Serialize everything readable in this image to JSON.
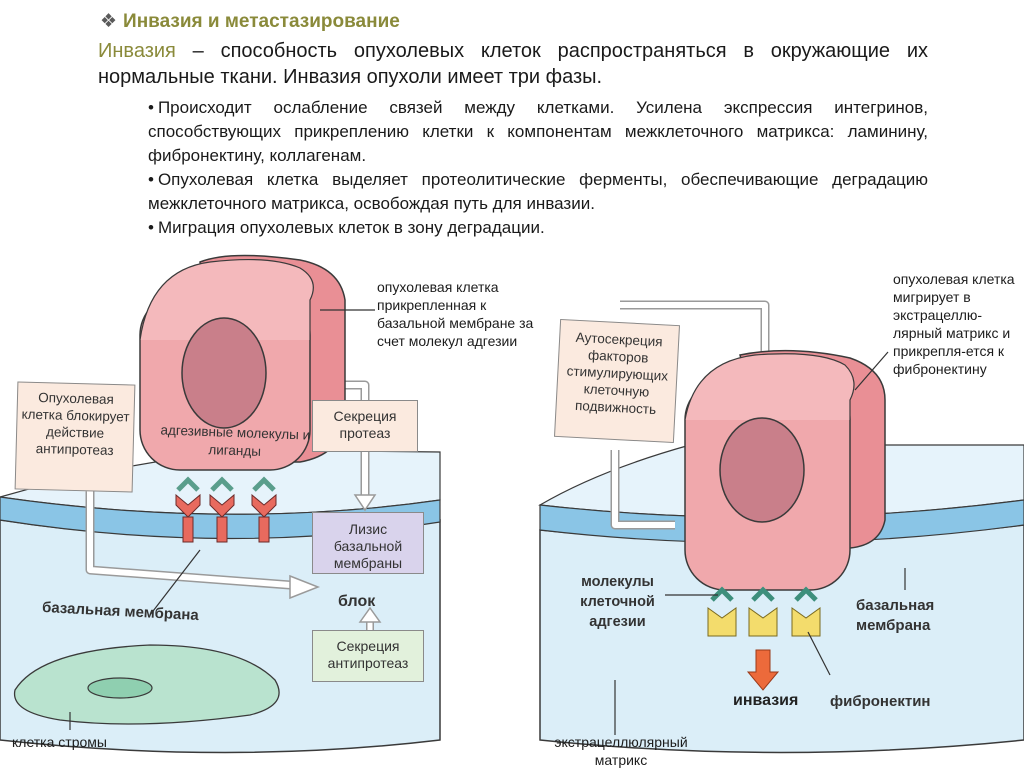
{
  "header": {
    "title": "Инвазия и метастазирование",
    "intro_term": "Инвазия",
    "intro_text": " – способность опухолевых клеток распространяться в окружающие их нормальные ткани. Инвазия опухоли имеет три фазы."
  },
  "phases": [
    "Происходит ослабление связей между клетками. Усилена экспрессия интегринов, способствующих прикреплению клетки к компонентам межклеточного матрикса: ламинину, фибронектину, коллагенам.",
    "Опухолевая клетка выделяет протеолитические ферменты, обеспечивающие деградацию межклеточного матрикса, освобождая путь для инвазии.",
    "Миграция опухолевых клеток в зону деградации."
  ],
  "left_diagram": {
    "cell_label": "опухолевая клетка прикрепленная к базальной мембране за счет молекул адгезии",
    "antiprotease_block": "Опухолевая клетка блокирует действие антипротеаз",
    "adhesion_label": "адгезивные молекулы и лиганды",
    "protease_secretion": "Секреция протеаз",
    "membrane_lysis": "Лизис базальной мембраны",
    "block_label": "блок",
    "antiprotease_secretion": "Секреция антипротеаз",
    "basal_membrane": "базальная мембрана",
    "stroma_cell": "клетка стромы"
  },
  "right_diagram": {
    "autosecretion": "Аутосекреция факторов стимулирующих клеточную подвижность",
    "migration_label": "опухолевая клетка мигрирует в экстрацеллю-лярный матрикс и прикрепля-ется к фибронектину",
    "adhesion_molecules": "молекулы клеточной адгезии",
    "basal_membrane": "базальная мембрана",
    "invasion": "инвазия",
    "fibronectin": "фибронектин",
    "matrix": "экстрацеллюлярный матрикс"
  },
  "colors": {
    "accent": "#8a8a3a",
    "cell_pink": "#f0a8ac",
    "cell_side": "#e98f95",
    "nucleus": "#c97f8a",
    "tissue_blue": "#dbeef8",
    "membrane_blue": "#8ac5e6",
    "stroma_green": "#b9e3cf",
    "lysis_purple": "#d9d3ec",
    "fibronectin_yellow": "#f3dc6c",
    "arrow_orange": "#ec6a3b"
  }
}
